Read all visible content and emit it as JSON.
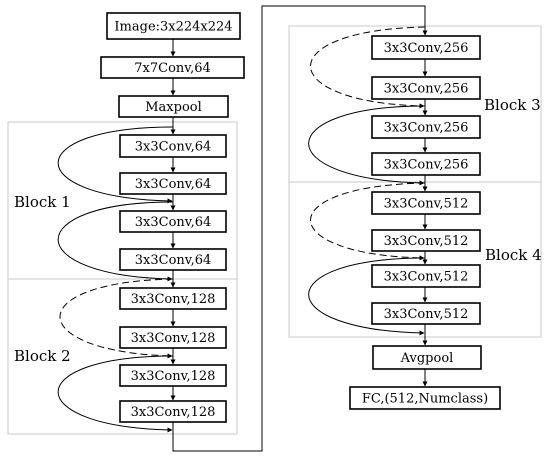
{
  "nodes": {
    "input": "Image:3x224x224",
    "stem_conv": "7x7Conv,64",
    "maxpool": "Maxpool",
    "b1_c1": "3x3Conv,64",
    "b1_c2": "3x3Conv,64",
    "b1_c3": "3x3Conv,64",
    "b1_c4": "3x3Conv,64",
    "b2_c1": "3x3Conv,128",
    "b2_c2": "3x3Conv,128",
    "b2_c3": "3x3Conv,128",
    "b2_c4": "3x3Conv,128",
    "b3_c1": "3x3Conv,256",
    "b3_c2": "3x3Conv,256",
    "b3_c3": "3x3Conv,256",
    "b3_c4": "3x3Conv,256",
    "b4_c1": "3x3Conv,512",
    "b4_c2": "3x3Conv,512",
    "b4_c3": "3x3Conv,512",
    "b4_c4": "3x3Conv,512",
    "avgpool": "Avgpool",
    "fc": "FC,(512,Numclass)"
  },
  "blocks": {
    "block1": "Block 1",
    "block2": "Block 2",
    "block3": "Block 3",
    "block4": "Block 4"
  },
  "style": {
    "line_color": "#000000",
    "region_border_color": "#c8c8c8"
  }
}
